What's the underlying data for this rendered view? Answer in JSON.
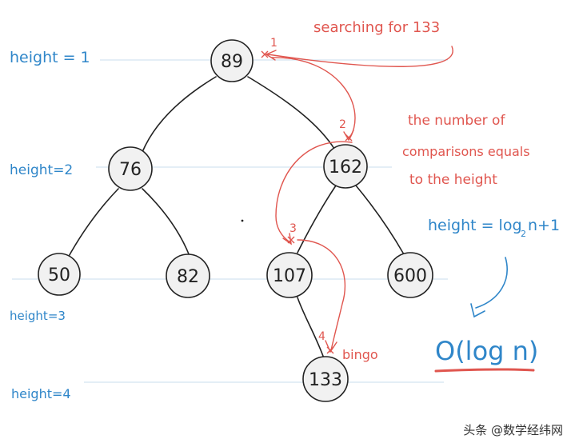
{
  "colors": {
    "ink": "#222222",
    "node_fill": "#f1f1f1",
    "blue": "#2f86c9",
    "red": "#e0564f",
    "guide": "#c9dcec"
  },
  "levels": [
    {
      "label": "height = 1"
    },
    {
      "label": "height=2"
    },
    {
      "label": "height=3"
    },
    {
      "label": "height=4"
    }
  ],
  "nodes": [
    {
      "id": "n89",
      "label": "89"
    },
    {
      "id": "n76",
      "label": "76"
    },
    {
      "id": "n162",
      "label": "162"
    },
    {
      "id": "n50",
      "label": "50"
    },
    {
      "id": "n82",
      "label": "82"
    },
    {
      "id": "n107",
      "label": "107"
    },
    {
      "id": "n600",
      "label": "600"
    },
    {
      "id": "n133",
      "label": "133"
    }
  ],
  "steps": [
    "1",
    "2",
    "3",
    "4"
  ],
  "annotations": {
    "searching": "searching  for  133",
    "note_line1": "the  number  of",
    "note_line2": "comparisons  equals",
    "note_line3": "to  the  height",
    "formula_height": "height = log",
    "formula_base": "2",
    "formula_tail": "n+1",
    "bigo": "O(log n)",
    "bingo": "bingo"
  },
  "watermark": "头条 @数学经纬网"
}
